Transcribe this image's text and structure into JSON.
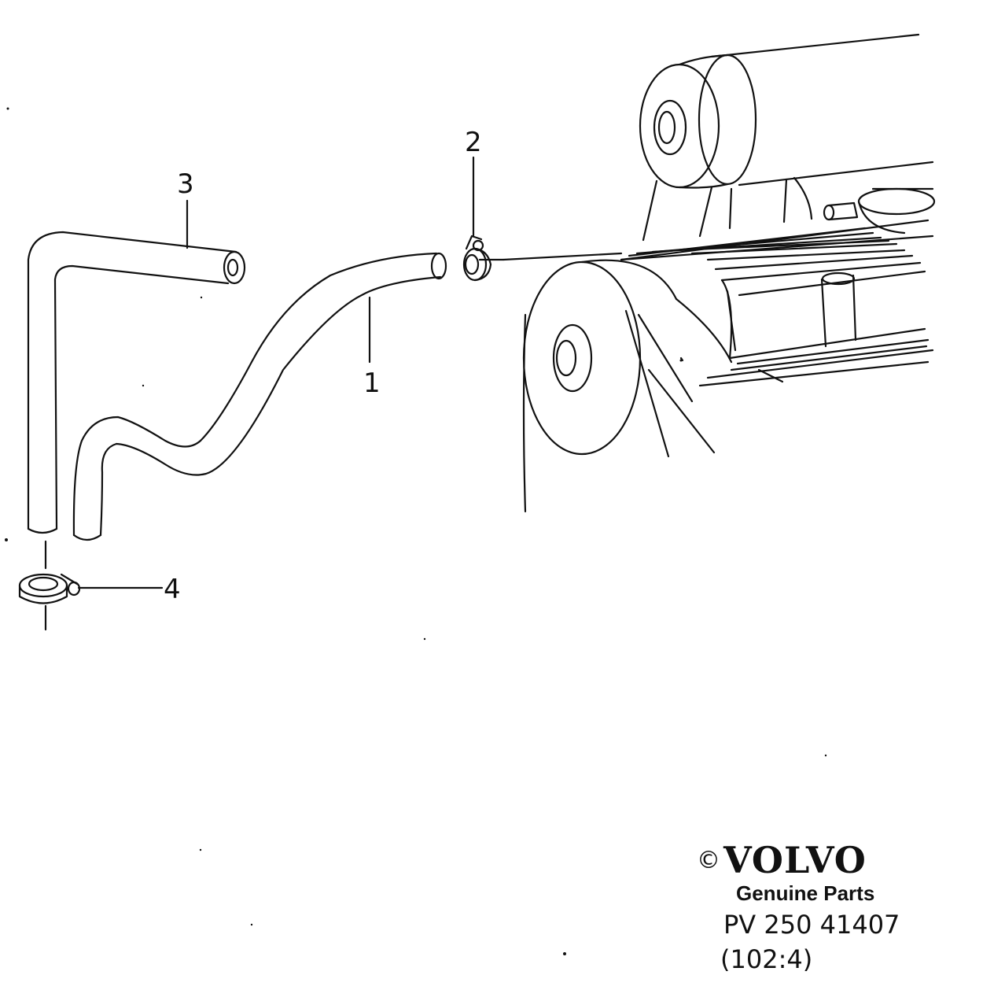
{
  "callouts": {
    "c1": "1",
    "c2": "2",
    "c3": "3",
    "c4": "4"
  },
  "logo": {
    "copyright_symbol": "©",
    "brand": "VOLVO",
    "tagline": "Genuine Parts",
    "part_ref": "PV 250 41407",
    "group_ref": "(102:4)"
  },
  "colors": {
    "line": "#111111",
    "background": "#ffffff"
  }
}
